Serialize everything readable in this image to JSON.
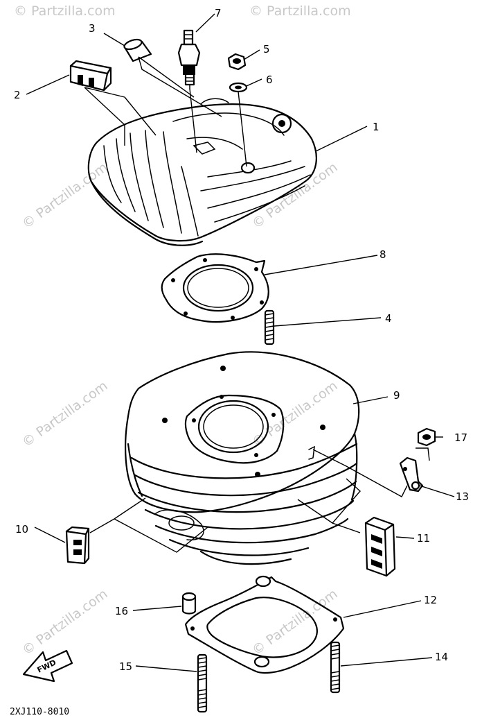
{
  "diagram": {
    "watermark": "© Partzilla.com",
    "code": "2XJ110-8010",
    "fwd_label": "FWD",
    "callouts": [
      "1",
      "2",
      "3",
      "4",
      "5",
      "6",
      "7",
      "8",
      "9",
      "10",
      "11",
      "12",
      "13",
      "14",
      "15",
      "16",
      "17"
    ]
  }
}
